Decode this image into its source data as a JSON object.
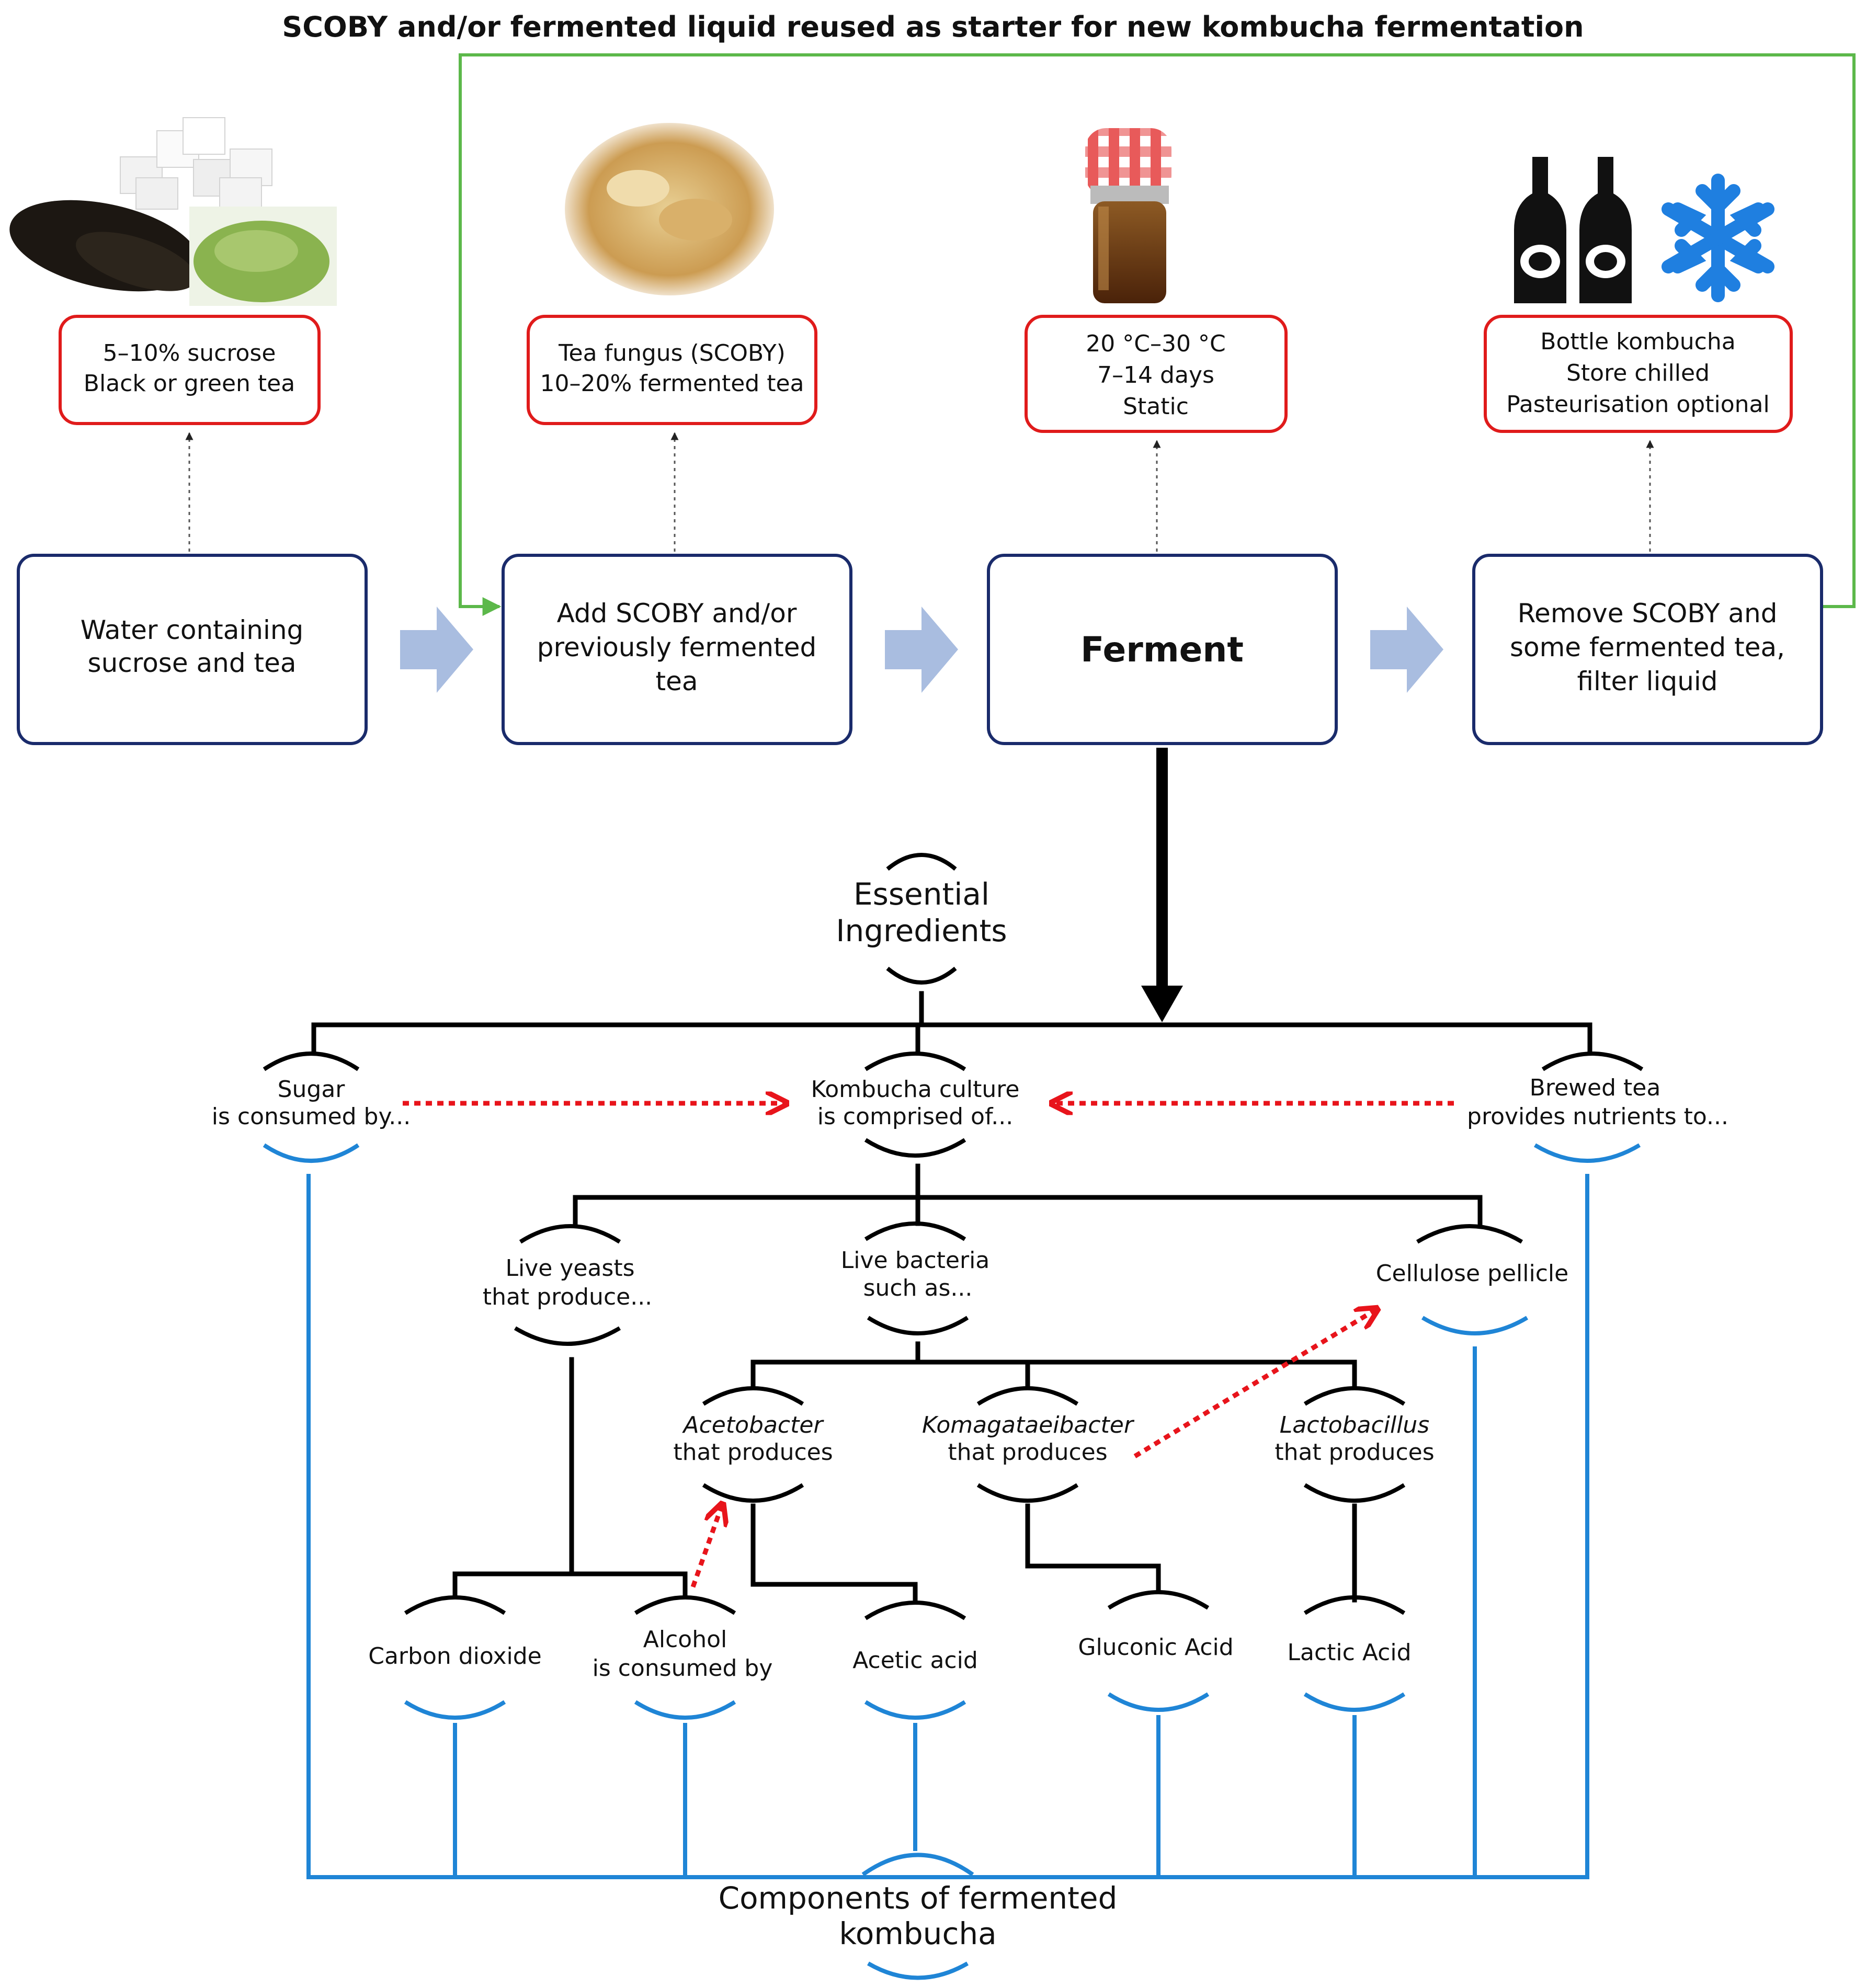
{
  "loop_title": "SCOBY and/or fermented liquid reused as starter for new kombucha fermentation",
  "info_boxes": [
    {
      "lines": [
        "5–10% sucrose",
        "Black or green tea"
      ]
    },
    {
      "lines": [
        "Tea fungus (SCOBY)",
        "10–20% fermented tea"
      ]
    },
    {
      "lines": [
        "20 °C–30 °C",
        "7–14 days",
        "Static"
      ]
    },
    {
      "lines": [
        "Bottle kombucha",
        "Store chilled",
        "Pasteurisation optional"
      ]
    }
  ],
  "steps": [
    {
      "lines": [
        "Water containing",
        "sucrose and tea"
      ]
    },
    {
      "lines": [
        "Add SCOBY and/or",
        "previously fermented",
        "tea"
      ]
    },
    {
      "lines": [
        "Ferment"
      ]
    },
    {
      "lines": [
        "Remove SCOBY and",
        "some fermented tea,",
        "filter liquid"
      ]
    }
  ],
  "tree": {
    "root": [
      "Essential",
      "Ingredients"
    ],
    "sugar": [
      "Sugar",
      "is consumed by..."
    ],
    "culture": [
      "Kombucha culture",
      "is comprised of..."
    ],
    "tea": [
      "Brewed tea",
      "provides nutrients to..."
    ],
    "yeasts": [
      "Live yeasts",
      "that produce..."
    ],
    "bacteria": [
      "Live bacteria",
      "such as..."
    ],
    "pellicle": [
      "Cellulose pellicle"
    ],
    "acetobacter": [
      "Acetobacter",
      "that produces"
    ],
    "komagataeibacter": [
      "Komagataeibacter",
      "that produces"
    ],
    "lactobacillus": [
      "Lactobacillus",
      "that produces"
    ],
    "co2": [
      "Carbon dioxide"
    ],
    "alcohol": [
      "Alcohol",
      "is consumed by"
    ],
    "acetic": [
      "Acetic acid"
    ],
    "gluconic": [
      "Gluconic Acid"
    ],
    "lactic": [
      "Lactic Acid"
    ],
    "components": [
      "Components of fermented",
      "kombucha"
    ]
  },
  "colors": {
    "loop_green": "#5cb84a",
    "info_border": "#e01b1b",
    "step_border": "#1a2b6b",
    "block_arrow": "#a9bde0",
    "tree_line": "#000000",
    "output_line": "#1f85d6",
    "dotted_arrow": "#e8141b"
  },
  "icons": [
    "sugar-cubes-icon",
    "black-tea-leaves-icon",
    "green-tea-powder-icon",
    "scoby-culture-icon",
    "kombucha-jar-icon",
    "bottle-icon",
    "snowflake-icon"
  ]
}
